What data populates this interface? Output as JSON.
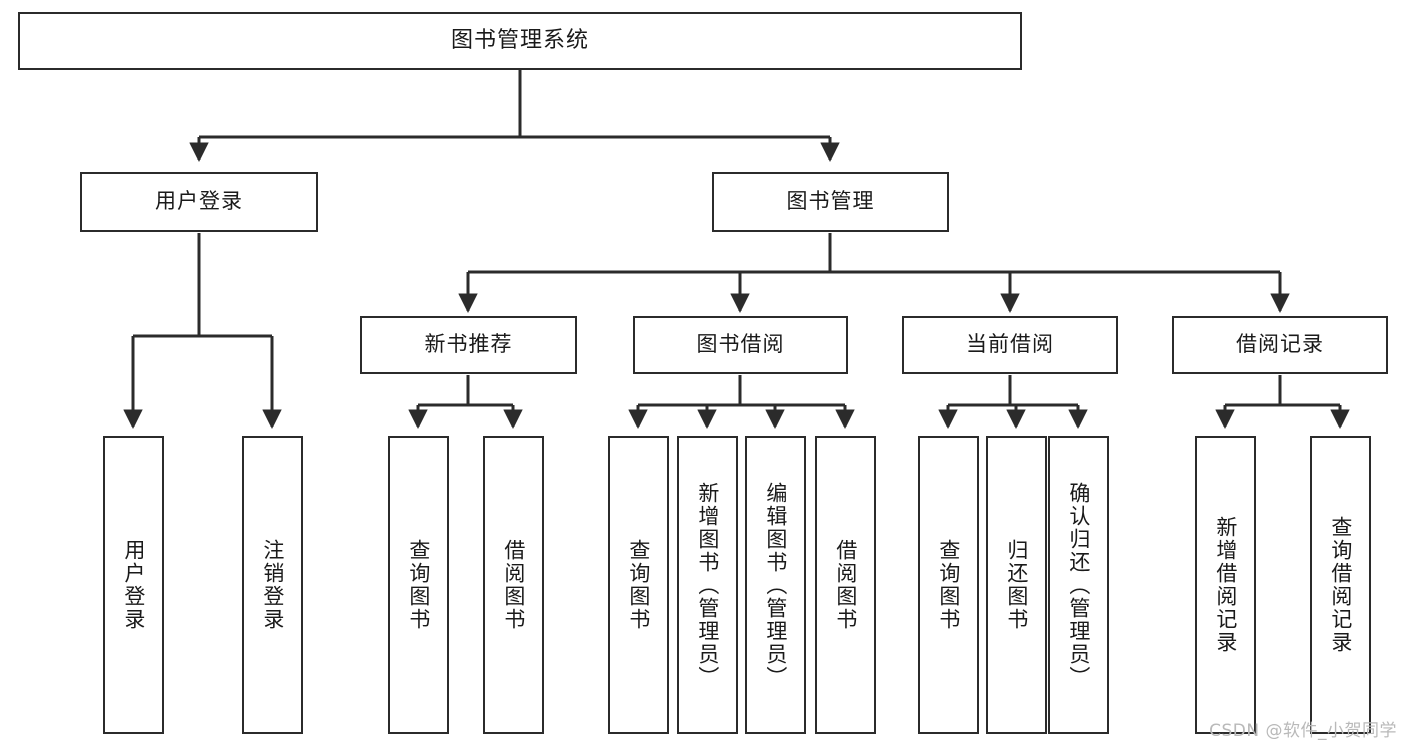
{
  "diagram": {
    "title": "图书管理系统",
    "type": "tree-hierarchy",
    "watermark": "CSDN @软件_小贺同学",
    "colors": {
      "background": "#ffffff",
      "box_border": "#2b2b2b",
      "box_fill": "#ffffff",
      "edge": "#2b2b2b",
      "text": "#1a1a1a",
      "watermark": "#b9b9b9"
    },
    "root": {
      "label": "图书管理系统"
    },
    "level2": [
      {
        "id": "user-login",
        "label": "用户登录"
      },
      {
        "id": "book-manage",
        "label": "图书管理"
      }
    ],
    "level3": [
      {
        "id": "new-book-recommend",
        "label": "新书推荐",
        "parent": "book-manage"
      },
      {
        "id": "book-borrow",
        "label": "图书借阅",
        "parent": "book-manage"
      },
      {
        "id": "current-borrow",
        "label": "当前借阅",
        "parent": "book-manage"
      },
      {
        "id": "borrow-record",
        "label": "借阅记录",
        "parent": "book-manage"
      }
    ],
    "leaves": [
      {
        "id": "leaf-user-login",
        "label": "用户登录",
        "parent": "user-login"
      },
      {
        "id": "leaf-logout",
        "label": "注销登录",
        "parent": "user-login"
      },
      {
        "id": "leaf-query-book-1",
        "label": "查询图书",
        "parent": "new-book-recommend"
      },
      {
        "id": "leaf-borrow-book-1",
        "label": "借阅图书",
        "parent": "new-book-recommend"
      },
      {
        "id": "leaf-query-book-2",
        "label": "查询图书",
        "parent": "book-borrow"
      },
      {
        "id": "leaf-add-book",
        "label": "新增图书（管理员）",
        "parent": "book-borrow"
      },
      {
        "id": "leaf-edit-book",
        "label": "编辑图书（管理员）",
        "parent": "book-borrow"
      },
      {
        "id": "leaf-borrow-book-2",
        "label": "借阅图书",
        "parent": "book-borrow"
      },
      {
        "id": "leaf-query-book-3",
        "label": "查询图书",
        "parent": "current-borrow"
      },
      {
        "id": "leaf-return-book",
        "label": "归还图书",
        "parent": "current-borrow"
      },
      {
        "id": "leaf-confirm-return",
        "label": "确认归还（管理员）",
        "parent": "current-borrow"
      },
      {
        "id": "leaf-add-record",
        "label": "新增借阅记录",
        "parent": "borrow-record"
      },
      {
        "id": "leaf-query-record",
        "label": "查询借阅记录",
        "parent": "borrow-record"
      }
    ]
  }
}
